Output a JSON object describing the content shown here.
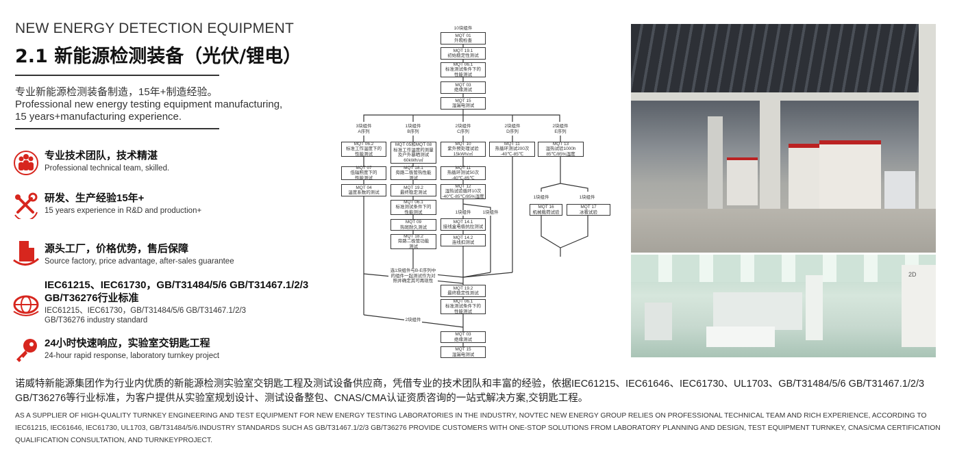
{
  "header": {
    "en_title": "NEW ENERGY DETECTION EQUIPMENT",
    "cn_title": "2.1 新能源检测装备（光伏/锂电）"
  },
  "intro": {
    "cn": "专业新能源检测装备制造，15年+制造经验。",
    "en1": "Professional new energy testing equipment manufacturing,",
    "en2": "15 years+manufacturing experience."
  },
  "features": [
    {
      "icon": "team-icon",
      "cn": "专业技术团队，技术精湛",
      "en": "Professional technical team, skilled."
    },
    {
      "icon": "tools-icon",
      "cn": "研发、生产经验15年+",
      "en": "15 years experience in R&D and production+"
    },
    {
      "icon": "factory-icon",
      "cn": "源头工厂，价格优势，售后保障",
      "en": "Source factory, price advantage, after-sales guarantee"
    },
    {
      "icon": "globe-standard-icon",
      "cn1": "IEC61215、IEC61730，GB/T31484/5/6 GB/T31467.1/2/3",
      "cn2": "GB/T36276行业标准",
      "en1": "IEC61215、IEC61730，GB/T31484/5/6 GB/T31467.1/2/3",
      "en2": "GB/T36276 industry standard"
    },
    {
      "icon": "key-icon",
      "cn": "24小时快速响应，实验室交钥匙工程",
      "en": "24-hour rapid response, laboratory turnkey project"
    }
  ],
  "flowchart": {
    "top_label": "10块组件",
    "main": [
      [
        "MQT 01",
        "外观检查"
      ],
      [
        "MQT 19.1",
        "初始稳定性测试"
      ],
      [
        "MQT 06.1",
        "标准测试条件下的",
        "性能测试"
      ],
      [
        "MQT 03",
        "绝缘测试"
      ],
      [
        "MQT 15",
        "湿漏电测试"
      ]
    ],
    "series": [
      [
        "3块组件",
        "A序列"
      ],
      [
        "1块组件",
        "B序列"
      ],
      [
        "2块组件",
        "C序列"
      ],
      [
        "2块组件",
        "D序列"
      ],
      [
        "2块组件",
        "E序列"
      ]
    ],
    "a": [
      [
        "MQT 06.2",
        "标准工作温度下的",
        "性能测试"
      ],
      [
        "MQT 07",
        "低辐照度下的",
        "性能测试"
      ],
      [
        "MQT 04",
        "温度系数的测试"
      ]
    ],
    "b": [
      [
        "MQT 05和MQT 08",
        "标准工作温度的测量",
        "及户外暴晒测试",
        "60kWh/㎡"
      ],
      [
        "MQT 18.1",
        "旁路二极管热性能",
        "测试"
      ],
      [
        "MQT 19.2",
        "最终稳定测试"
      ],
      [
        "MQT 06.1",
        "标准测试条件下的",
        "性能测试"
      ],
      [
        "MQT 09",
        "热斑耐久测试"
      ],
      [
        "MQT 18.2",
        "旁路二极管功能",
        "测试"
      ]
    ],
    "c": [
      [
        "MQT 10",
        "紫外预处理试验",
        "15kWh/㎡"
      ],
      [
        "MQT 11",
        "热循环测试50次",
        "-40℃-85℃"
      ],
      [
        "MQT 12",
        "湿热试验循环10次",
        "-40℃-85℃/85%湿度"
      ],
      [
        "MQT 14.1",
        "接线盒电极抗拉测试"
      ],
      [
        "MQT 14.2",
        "连线扣测试"
      ]
    ],
    "c_labels": [
      "1块组件",
      "1块组件"
    ],
    "d": [
      [
        "MQT 11",
        "热循环测试200次",
        "-40℃-85℃"
      ]
    ],
    "e": [
      [
        "MQT 13",
        "湿热试验1000h",
        "85℃/85%湿度"
      ],
      [
        "MQT 16",
        "机械载荷试验"
      ],
      [
        "MQT 17",
        "冰雹试验"
      ]
    ],
    "e_labels": [
      "1块组件",
      "1块组件"
    ],
    "note": [
      "选1块组件与B-E序列中",
      "的组件一起测试作为对",
      "照并确定其可再现性"
    ],
    "final": [
      [
        "MQT 19.2",
        "最终稳定性测试"
      ],
      [
        "MQT 06.1",
        "标准测试条件下的",
        "性能测试"
      ],
      [
        "MQT 03",
        "绝缘测试"
      ],
      [
        "MQT 15",
        "湿漏电测试"
      ]
    ],
    "final_label": "2块组件"
  },
  "photos": {
    "top_sign": "",
    "bottom_sign": "2D"
  },
  "bottom": {
    "cn": "诺威特新能源集团作为行业内优质的新能源检测实验室交钥匙工程及测试设备供应商，凭借专业的技术团队和丰富的经验，依据IEC61215、IEC61646、IEC61730、UL1703、GB/T31484/5/6 GB/T31467.1/2/3 GB/T36276等行业标准，为客户提供从实验室规划设计、测试设备整包、CNAS/CMA认证资质咨询的一站式解决方案,交钥匙工程。",
    "en": "AS A SUPPLIER OF HIGH-QUALITY TURNKEY ENGINEERING AND TEST EQUIPMENT FOR NEW ENERGY TESTING LABORATORIES IN THE INDUSTRY, NOVTEC NEW ENERGY GROUP RELIES ON PROFESSIONAL TECHNICAL TEAM AND RICH EXPERIENCE, ACCORDING TO IEC61215, IEC61646, IEC61730, UL1703, GB/T31484/5/6.INDUSTRY STANDARDS SUCH AS GB/T31467.1/2/3 GB/T36276 PROVIDE CUSTOMERS WITH ONE-STOP SOLUTIONS FROM LABORATORY PLANNING AND DESIGN, TEST EQUIPMENT TURNKEY, CNAS/CMA CERTIFICATION QUALIFICATION CONSULTATION, AND TURNKEYPROJECT."
  },
  "colors": {
    "accent": "#d7261e"
  }
}
